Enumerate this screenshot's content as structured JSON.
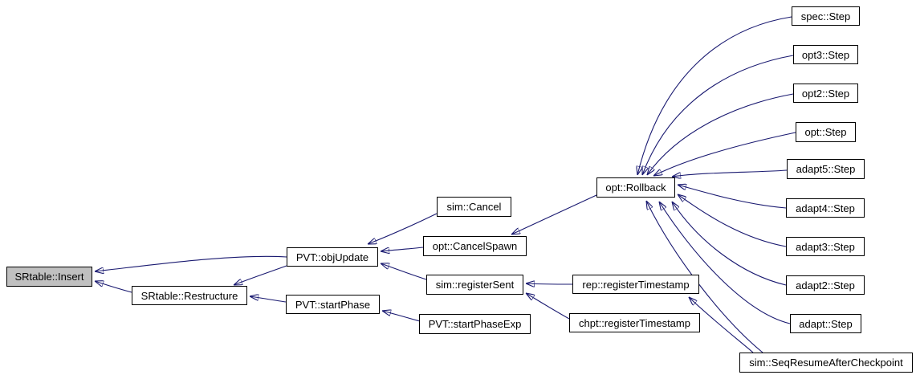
{
  "diagram": {
    "type": "call-graph",
    "current_node": "SRtable::Insert",
    "colors": {
      "background": "#ffffff",
      "edge": "#191970",
      "node_border": "#000000",
      "node_fill": "#ffffff",
      "current_node_fill": "#c0c0c0",
      "text": "#000000"
    },
    "nodes": [
      {
        "id": "srtable-insert",
        "label": "SRtable::Insert",
        "current": true
      },
      {
        "id": "srtable-restructure",
        "label": "SRtable::Restructure"
      },
      {
        "id": "pvt-objupdate",
        "label": "PVT::objUpdate"
      },
      {
        "id": "pvt-startphase",
        "label": "PVT::startPhase"
      },
      {
        "id": "sim-cancel",
        "label": "sim::Cancel"
      },
      {
        "id": "opt-cancelspawn",
        "label": "opt::CancelSpawn"
      },
      {
        "id": "sim-registersent",
        "label": "sim::registerSent"
      },
      {
        "id": "pvt-startphaseexp",
        "label": "PVT::startPhaseExp"
      },
      {
        "id": "opt-rollback",
        "label": "opt::Rollback"
      },
      {
        "id": "rep-registertimestamp",
        "label": "rep::registerTimestamp"
      },
      {
        "id": "chpt-registertimestamp",
        "label": "chpt::registerTimestamp"
      },
      {
        "id": "sim-seqresumeaftercheckpoint",
        "label": "sim::SeqResumeAfterCheckpoint"
      },
      {
        "id": "spec-step",
        "label": "spec::Step"
      },
      {
        "id": "opt3-step",
        "label": "opt3::Step"
      },
      {
        "id": "opt2-step",
        "label": "opt2::Step"
      },
      {
        "id": "opt-step",
        "label": "opt::Step"
      },
      {
        "id": "adapt5-step",
        "label": "adapt5::Step"
      },
      {
        "id": "adapt4-step",
        "label": "adapt4::Step"
      },
      {
        "id": "adapt3-step",
        "label": "adapt3::Step"
      },
      {
        "id": "adapt2-step",
        "label": "adapt2::Step"
      },
      {
        "id": "adapt-step",
        "label": "adapt::Step"
      }
    ],
    "edges": [
      {
        "from": "pvt-objupdate",
        "to": "srtable-insert"
      },
      {
        "from": "srtable-restructure",
        "to": "srtable-insert"
      },
      {
        "from": "pvt-objupdate",
        "to": "srtable-restructure"
      },
      {
        "from": "pvt-startphase",
        "to": "srtable-restructure"
      },
      {
        "from": "sim-cancel",
        "to": "pvt-objupdate"
      },
      {
        "from": "opt-cancelspawn",
        "to": "pvt-objupdate"
      },
      {
        "from": "sim-registersent",
        "to": "pvt-objupdate"
      },
      {
        "from": "pvt-startphaseexp",
        "to": "pvt-startphase"
      },
      {
        "from": "opt-rollback",
        "to": "opt-cancelspawn"
      },
      {
        "from": "rep-registertimestamp",
        "to": "sim-registersent"
      },
      {
        "from": "chpt-registertimestamp",
        "to": "sim-registersent"
      },
      {
        "from": "sim-seqresumeaftercheckpoint",
        "to": "rep-registertimestamp"
      },
      {
        "from": "sim-seqresumeaftercheckpoint",
        "to": "opt-rollback"
      },
      {
        "from": "spec-step",
        "to": "opt-rollback"
      },
      {
        "from": "opt3-step",
        "to": "opt-rollback"
      },
      {
        "from": "opt2-step",
        "to": "opt-rollback"
      },
      {
        "from": "opt-step",
        "to": "opt-rollback"
      },
      {
        "from": "adapt5-step",
        "to": "opt-rollback"
      },
      {
        "from": "adapt4-step",
        "to": "opt-rollback"
      },
      {
        "from": "adapt3-step",
        "to": "opt-rollback"
      },
      {
        "from": "adapt2-step",
        "to": "opt-rollback"
      },
      {
        "from": "adapt-step",
        "to": "opt-rollback"
      }
    ]
  }
}
